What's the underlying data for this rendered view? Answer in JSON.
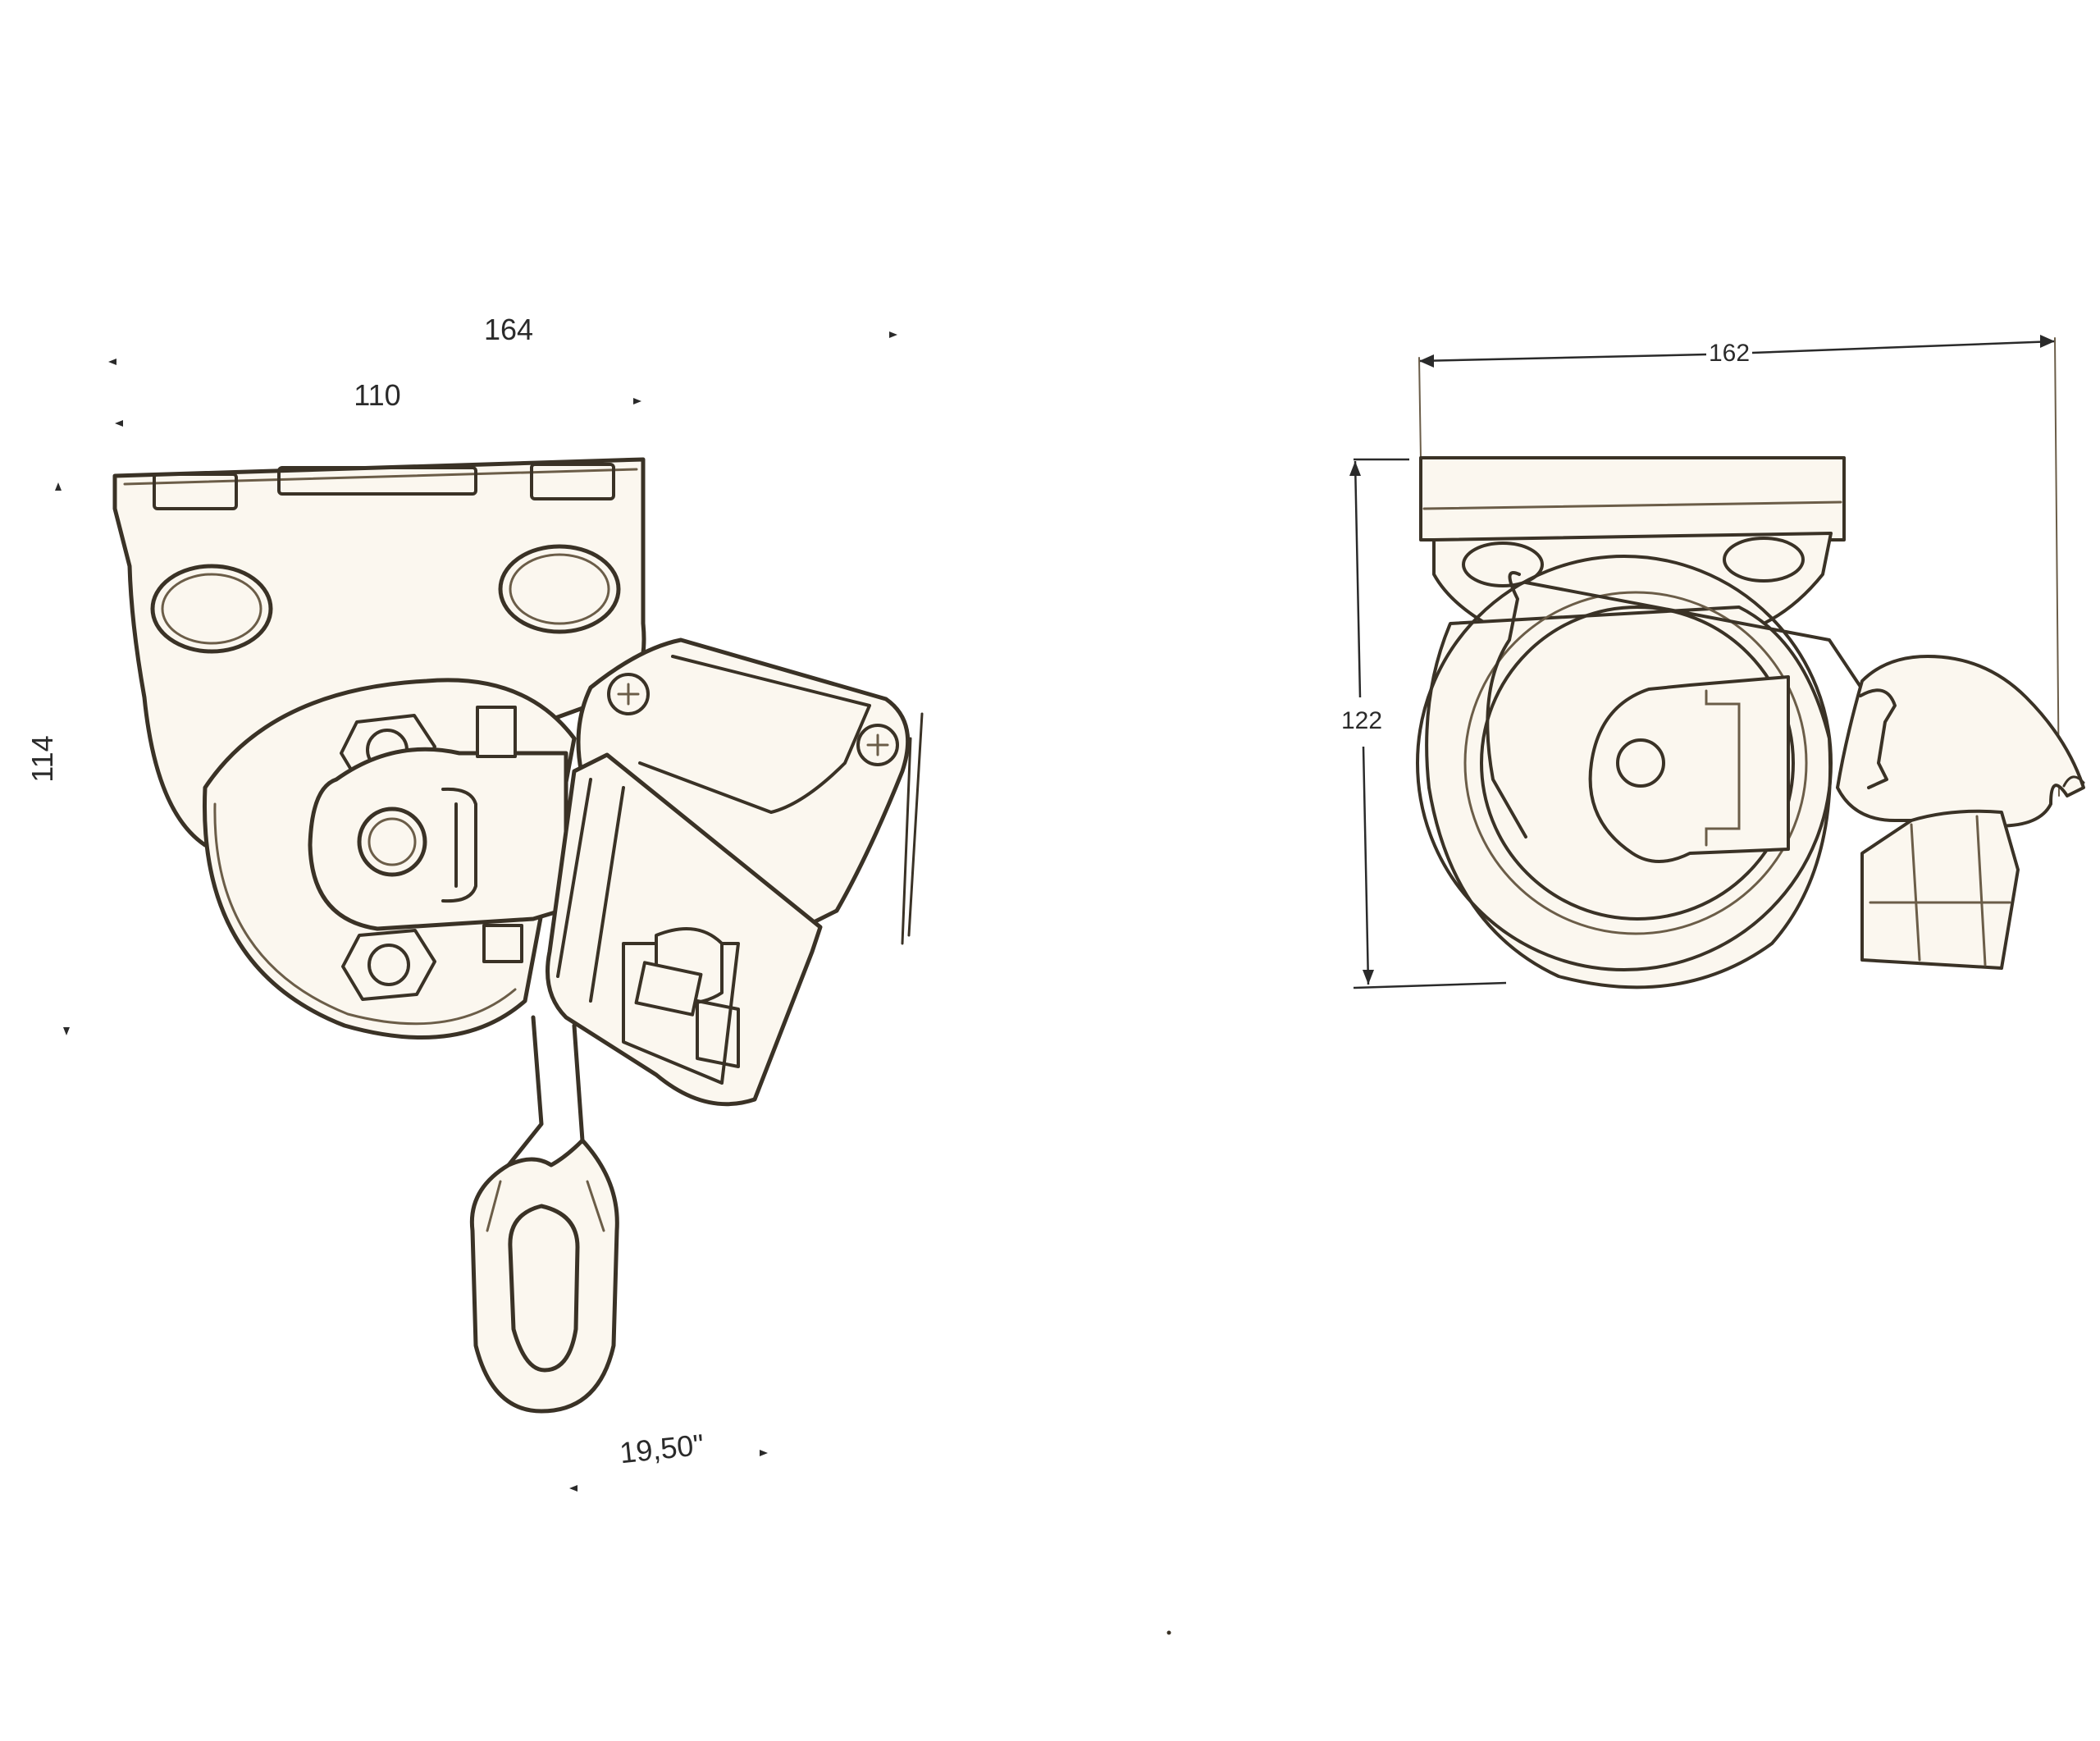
{
  "colors": {
    "background": "#ffffff",
    "ink": "#3a3226",
    "ink_light": "#6b5d48",
    "dimension": "#2a2a2a"
  },
  "front_view": {
    "dim_overall_width": "164",
    "dim_bracket_width": "110",
    "dim_height": "114",
    "dim_hook_width": "19,50\""
  },
  "side_view": {
    "dim_width": "162",
    "dim_height": "122"
  }
}
